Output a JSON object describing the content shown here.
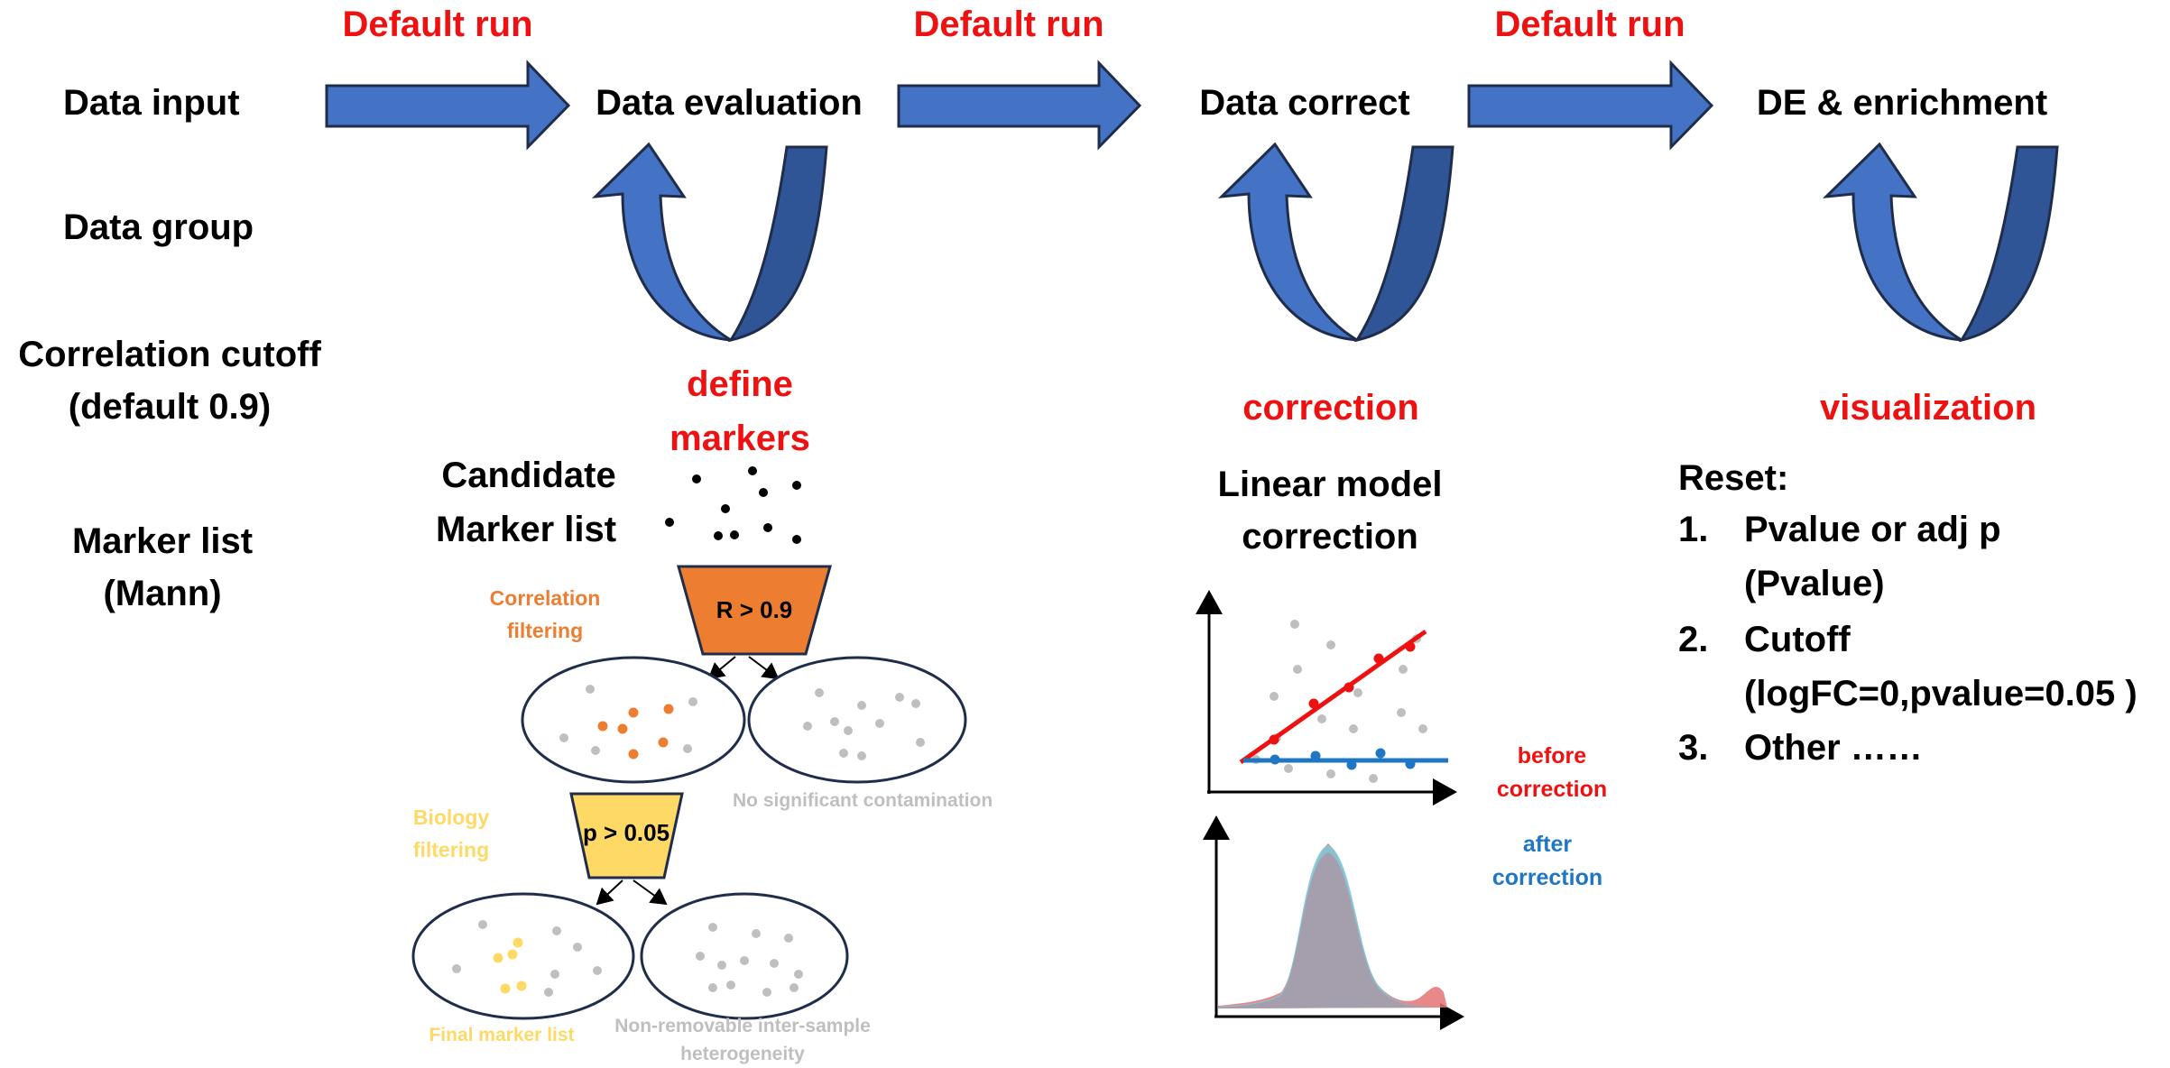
{
  "colors": {
    "red": "#ee1111",
    "arrow_fill": "#4472c4",
    "arrow_dark": "#2f5597",
    "arrow_stroke": "#1f2d4a",
    "orange": "#ed7d31",
    "yellow": "#ffd966",
    "grey": "#bfbfbf",
    "blue": "#1f77c4",
    "pink": "#e57373",
    "teal": "#7ec8d8"
  },
  "icons": {
    "stage_arrow": "right-arrow",
    "loop": "u-turn-arrow",
    "filter": "funnel-trapezoid",
    "group": "ellipse"
  },
  "left": {
    "data_input": "Data input",
    "data_group": "Data group",
    "cutoff_line1": "Correlation cutoff",
    "cutoff_line2": "(default 0.9)",
    "marker_line1": "Marker list",
    "marker_line2": "(Mann)"
  },
  "stages": [
    {
      "label": "Data evaluation",
      "run": "Default run",
      "action_line1": "define",
      "action_line2": "markers"
    },
    {
      "label": "Data correct",
      "run": "Default run",
      "action": "correction"
    },
    {
      "label": "DE & enrichment",
      "run": "Default run",
      "action": "visualization"
    }
  ],
  "markers": {
    "candidate_line1": "Candidate",
    "candidate_line2": "Marker list",
    "funnel1": "R > 0.9",
    "corr_line1": "Correlation",
    "corr_line2": "filtering",
    "no_contam": "No significant contamination",
    "funnel2": "p > 0.05",
    "bio_line1": "Biology",
    "bio_line2": "filtering",
    "final": "Final marker list",
    "nonrem_line1": "Non-removable inter-sample",
    "nonrem_line2": "heterogeneity"
  },
  "correction": {
    "title_line1": "Linear model",
    "title_line2": "correction",
    "before_line1": "before",
    "before_line2": "correction",
    "after_line1": "after",
    "after_line2": "correction"
  },
  "reset": {
    "title": "Reset:",
    "items": [
      {
        "num": "1.",
        "line1": "Pvalue or adj p",
        "line2": "(Pvalue)"
      },
      {
        "num": "2.",
        "line1": "Cutoff",
        "line2": "(logFC=0,pvalue=0.05 )"
      },
      {
        "num": "3.",
        "line1": "Other ……"
      }
    ]
  }
}
